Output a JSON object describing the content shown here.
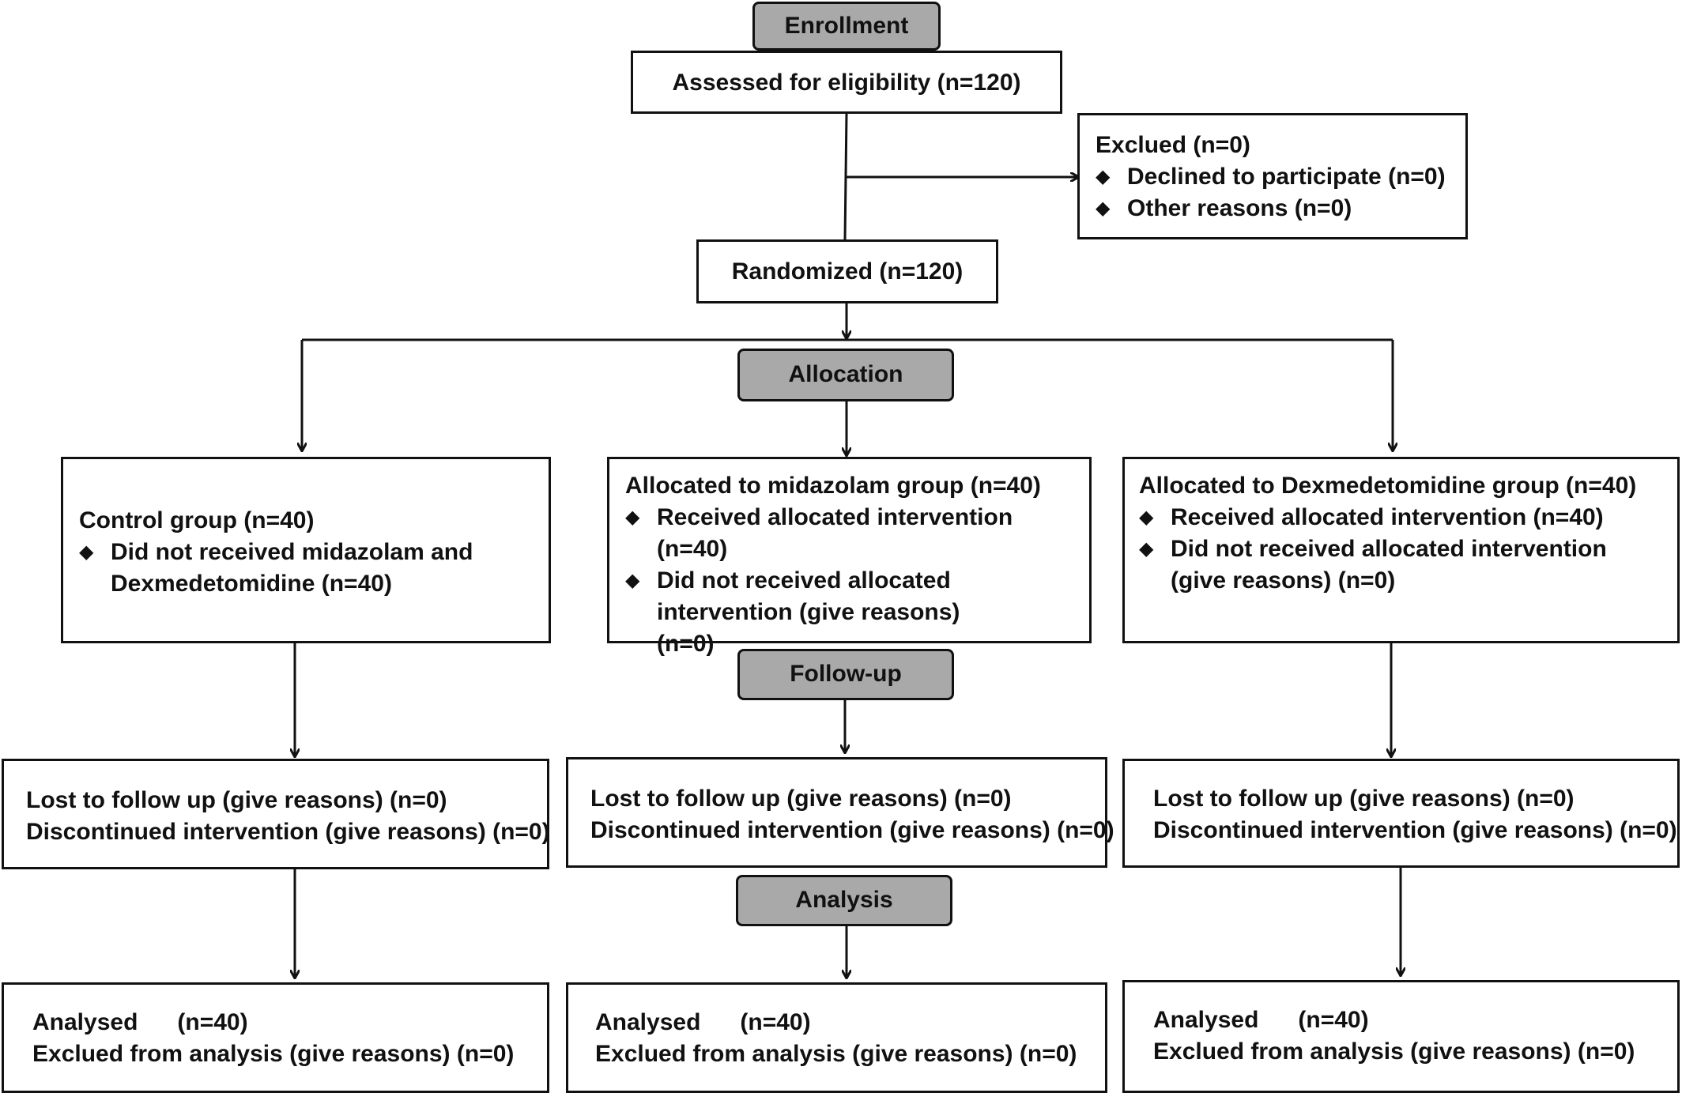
{
  "stages": {
    "enrollment": "Enrollment",
    "allocation": "Allocation",
    "follow_up": "Follow-up",
    "analysis": "Analysis"
  },
  "assessed": "Assessed for eligibility (n=120)",
  "excluded": {
    "title": "Exclued (n=0)",
    "items": [
      "Declined to participate (n=0)",
      "Other reasons (n=0)"
    ]
  },
  "randomized": "Randomized (n=120)",
  "groups": [
    {
      "allocation": {
        "title": "Control group (n=40)",
        "items": [
          "Did not received midazolam and Dexmedetomidine (n=40)"
        ]
      },
      "followup": [
        "Lost to follow up (give reasons) (n=0)",
        "Discontinued intervention (give reasons) (n=0)"
      ],
      "analysis": {
        "analysed_label": "Analysed",
        "analysed_n": "(n=40)",
        "excluded": "Exclued from analysis (give reasons) (n=0)"
      }
    },
    {
      "allocation": {
        "title": "Allocated to midazolam group (n=40)",
        "items": [
          "Received allocated intervention (n=40)",
          "Did not received allocated intervention (give reasons) (n=0)"
        ]
      },
      "followup": [
        "Lost to follow up (give reasons) (n=0)",
        "Discontinued intervention (give reasons) (n=0)"
      ],
      "analysis": {
        "analysed_label": "Analysed",
        "analysed_n": "(n=40)",
        "excluded": "Exclued from analysis (give reasons) (n=0)"
      }
    },
    {
      "allocation": {
        "title": "Allocated to Dexmedetomidine group (n=40)",
        "items": [
          "Received allocated intervention (n=40)",
          "Did not received allocated intervention (give reasons) (n=0)"
        ]
      },
      "followup": [
        "Lost to follow up (give reasons) (n=0)",
        "Discontinued intervention (give reasons) (n=0)"
      ],
      "analysis": {
        "analysed_label": "Analysed",
        "analysed_n": "(n=40)",
        "excluded": "Exclued from analysis (give reasons) (n=0)"
      }
    }
  ],
  "bullet_icon": "diamond-icon",
  "colors": {
    "stage_fill": "#a9a9a9",
    "line": "#111111",
    "box_fill": "#ffffff"
  }
}
